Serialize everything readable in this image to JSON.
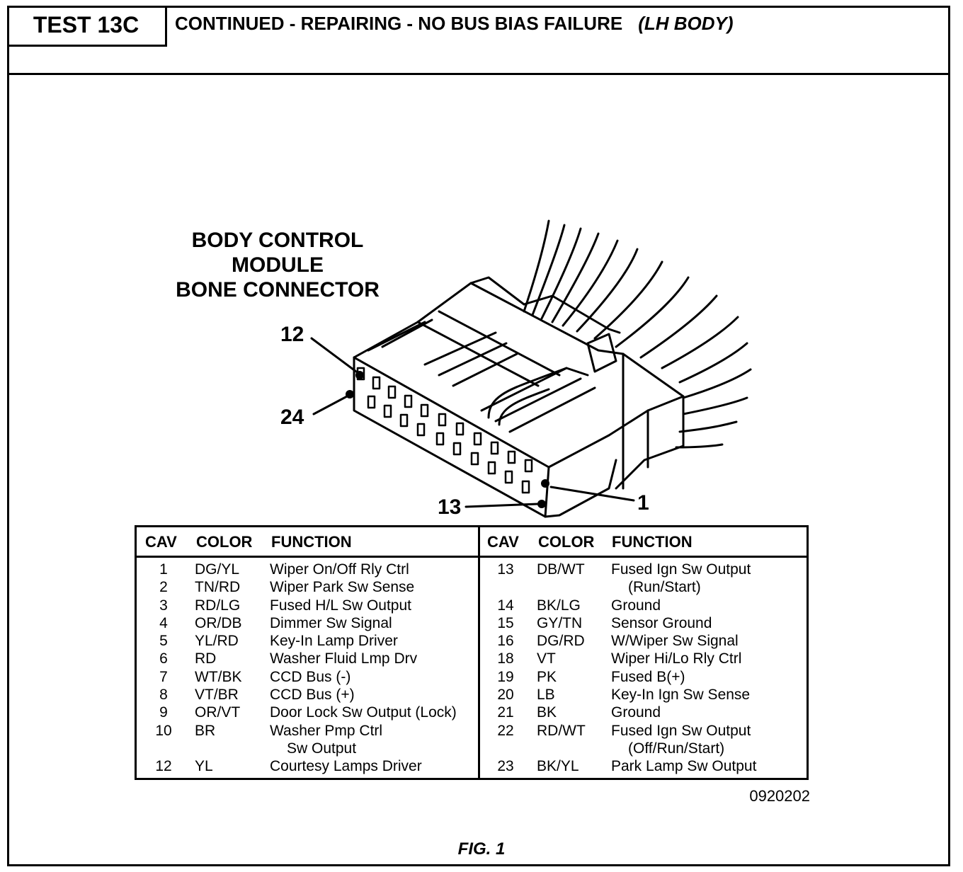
{
  "header": {
    "test_id": "TEST 13C",
    "title": "CONTINUED -  REPAIRING - NO BUS BIAS FAILURE",
    "title_suffix": "(LH BODY)"
  },
  "diagram": {
    "connector_title": [
      "BODY CONTROL",
      "MODULE",
      "BONE CONNECTOR"
    ],
    "pin_labels": {
      "pin_12": "12",
      "pin_24": "24",
      "pin_13": "13",
      "pin_1": "1"
    }
  },
  "table": {
    "headers": {
      "cav": "CAV",
      "color": "COLOR",
      "function": "FUNCTION"
    },
    "left": [
      {
        "cav": "1",
        "color": "DG/YL",
        "function": "Wiper On/Off Rly Ctrl"
      },
      {
        "cav": "2",
        "color": "TN/RD",
        "function": "Wiper Park Sw Sense"
      },
      {
        "cav": "3",
        "color": "RD/LG",
        "function": "Fused H/L Sw Output"
      },
      {
        "cav": "4",
        "color": "OR/DB",
        "function": "Dimmer Sw Signal"
      },
      {
        "cav": "5",
        "color": "YL/RD",
        "function": "Key-In Lamp Driver"
      },
      {
        "cav": "6",
        "color": "RD",
        "function": "Washer Fluid Lmp Drv"
      },
      {
        "cav": "7",
        "color": "WT/BK",
        "function": "CCD Bus (-)"
      },
      {
        "cav": "8",
        "color": "VT/BR",
        "function": "CCD Bus (+)"
      },
      {
        "cav": "9",
        "color": "OR/VT",
        "function": "Door Lock Sw Output (Lock)"
      },
      {
        "cav": "10",
        "color": "BR",
        "function": "Washer Pmp Ctrl",
        "function_2": "Sw Output"
      },
      {
        "cav": "12",
        "color": "YL",
        "function": "Courtesy Lamps Driver"
      }
    ],
    "right": [
      {
        "cav": "13",
        "color": "DB/WT",
        "function": "Fused Ign Sw Output",
        "function_2": "(Run/Start)"
      },
      {
        "cav": "14",
        "color": "BK/LG",
        "function": "Ground"
      },
      {
        "cav": "15",
        "color": "GY/TN",
        "function": "Sensor Ground"
      },
      {
        "cav": "16",
        "color": "DG/RD",
        "function": "W/Wiper Sw Signal"
      },
      {
        "cav": "18",
        "color": "VT",
        "function": "Wiper Hi/Lo Rly Ctrl"
      },
      {
        "cav": "19",
        "color": "PK",
        "function": "Fused B(+)"
      },
      {
        "cav": "20",
        "color": "LB",
        "function": "Key-In Ign Sw Sense"
      },
      {
        "cav": "21",
        "color": "BK",
        "function": "Ground"
      },
      {
        "cav": "22",
        "color": "RD/WT",
        "function": "Fused Ign Sw Output",
        "function_2": "(Off/Run/Start)"
      },
      {
        "cav": "23",
        "color": "BK/YL",
        "function": "Park Lamp Sw Output"
      }
    ]
  },
  "figure_code": "0920202",
  "figure_caption": "FIG. 1"
}
